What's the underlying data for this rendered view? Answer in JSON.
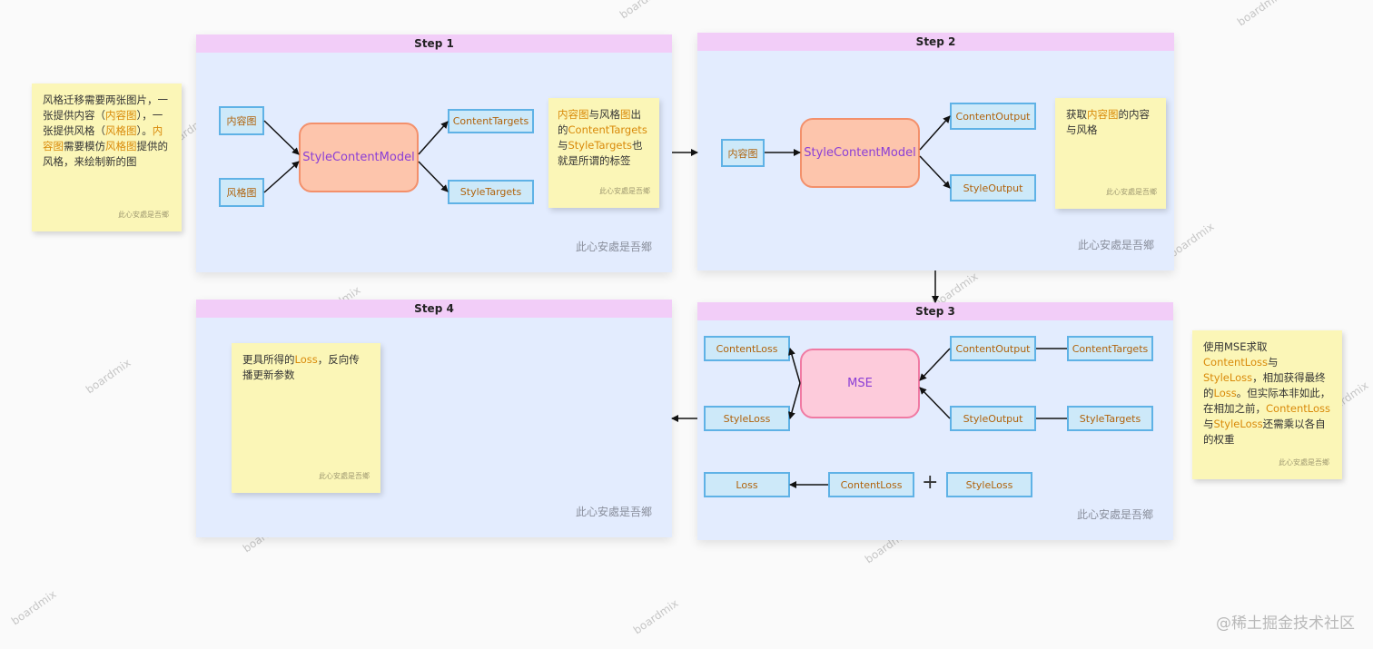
{
  "watermark": "boardmix",
  "frame_signature": "此心安處是吾鄉",
  "sticky_signature": "此心安處是吾鄉",
  "brand_footer": "@稀土掘金技术社区",
  "note_intro": {
    "p1": "风格迁移需要两张图片，一张提供内容（",
    "h1": "内容图",
    "p2": "），一张提供风格（",
    "h2": "风格图",
    "p3": "）。",
    "h3": "内容图",
    "p4": "需要模仿",
    "h4": "风格图",
    "p5": "提供的风格，来绘制新的图"
  },
  "step1": {
    "title": "Step 1",
    "content_image": "内容图",
    "style_image": "风格图",
    "model": "StyleContentModel",
    "content_targets": "ContentTargets",
    "style_targets": "StyleTargets",
    "note": {
      "h1": "内容图",
      "p1": "与风格",
      "h2": "图",
      "p2": "出的",
      "h3": "ContentTargets",
      "p3": "与",
      "h4": "StyleTargets",
      "p4": "也就是所谓的标签"
    }
  },
  "step2": {
    "title": "Step 2",
    "content_image": "内容图",
    "model": "StyleContentModel",
    "content_output": "ContentOutput",
    "style_output": "StyleOutput",
    "note": {
      "p1": "获取",
      "h1": "内容图",
      "p2": "的内容与风格"
    }
  },
  "step3": {
    "title": "Step 3",
    "content_loss": "ContentLoss",
    "style_loss": "StyleLoss",
    "mse": "MSE",
    "content_output": "ContentOutput",
    "style_output": "StyleOutput",
    "content_targets": "ContentTargets",
    "style_targets": "StyleTargets",
    "loss": "Loss",
    "content_loss_2": "ContentLoss",
    "style_loss_2": "StyleLoss",
    "plus": "+",
    "note": {
      "p1": "使用MSE求取",
      "h1": "ContentLoss",
      "p2": "与",
      "h2": "StyleLoss",
      "p3": "，相加获得最终的",
      "h3": "Loss",
      "p4": "。但实际本非如此，在相加之前，",
      "h4": "ContentLoss",
      "p5": "与",
      "h5": "StyleLoss",
      "p6": "还需乘以各自的权重"
    }
  },
  "step4": {
    "title": "Step 4",
    "note": {
      "p1": "更具所得的",
      "h1": "Loss",
      "p2": "，反向传播更新参数"
    }
  }
}
